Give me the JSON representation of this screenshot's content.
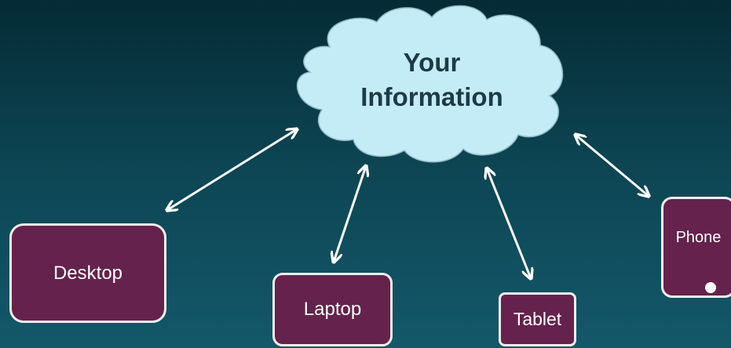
{
  "cloud": {
    "label_line1": "Your",
    "label_line2": "Information",
    "fill_color": "#c3ecf6"
  },
  "devices": {
    "desktop": "Desktop",
    "laptop": "Laptop",
    "tablet": "Tablet",
    "phone": "Phone"
  },
  "colors": {
    "background_top": "#052b35",
    "background_bottom": "#13586a",
    "device_fill": "#65224c",
    "device_border": "#f3eef2",
    "arrow": "#ffffff"
  }
}
